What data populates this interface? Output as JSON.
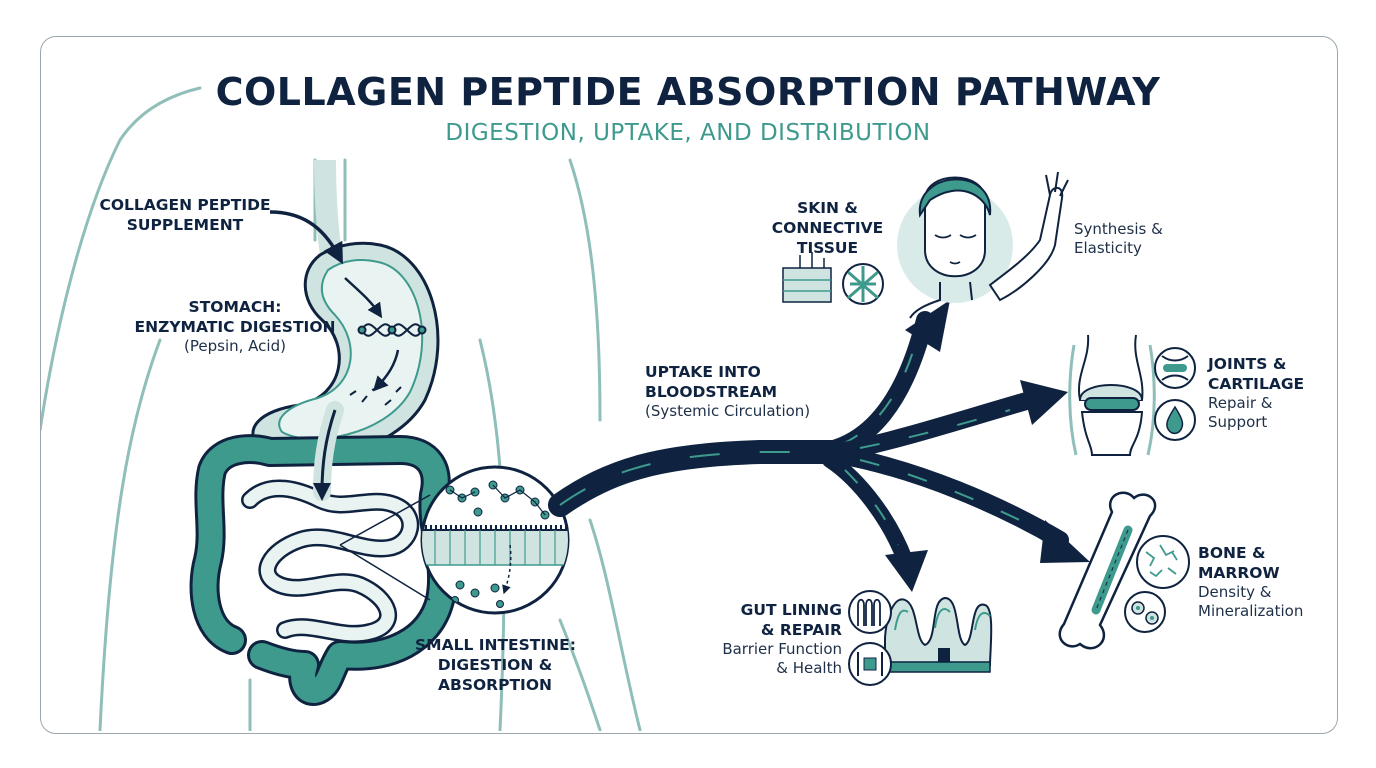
{
  "header": {
    "title": "COLLAGEN PEPTIDE ABSORPTION PATHWAY",
    "subtitle": "DIGESTION, UPTAKE, AND DISTRIBUTION"
  },
  "labels": {
    "supplement": [
      "COLLAGEN PEPTIDE",
      "SUPPLEMENT"
    ],
    "stomach": {
      "title": [
        "STOMACH:",
        "ENZYMATIC DIGESTION"
      ],
      "detail": "(Pepsin, Acid)"
    },
    "intestine": {
      "title": [
        "SMALL INTESTINE:",
        "DIGESTION &",
        "ABSORPTION"
      ]
    },
    "bloodstream": {
      "title": [
        "UPTAKE INTO",
        "BLOODSTREAM"
      ],
      "detail": "(Systemic Circulation)"
    },
    "skin": {
      "title": [
        "SKIN &",
        "CONNECTIVE",
        "TISSUE"
      ],
      "detail": [
        "Synthesis &",
        "Elasticity"
      ]
    },
    "joints": {
      "title": [
        "JOINTS &",
        "CARTILAGE"
      ],
      "detail": [
        "Repair &",
        "Support"
      ]
    },
    "bone": {
      "title": [
        "BONE &",
        "MARROW"
      ],
      "detail": [
        "Density &",
        "Mineralization"
      ]
    },
    "gut": {
      "title": [
        "GUT LINING",
        "& REPAIR"
      ],
      "detail": [
        "Barrier Function",
        "& Health"
      ]
    }
  },
  "colors": {
    "navy": "#0f2340",
    "teal": "#3f9a8e",
    "teal_light": "#cfe4e0",
    "teal_dark": "#2f7f73",
    "body_outline": "#8fbfb8"
  }
}
